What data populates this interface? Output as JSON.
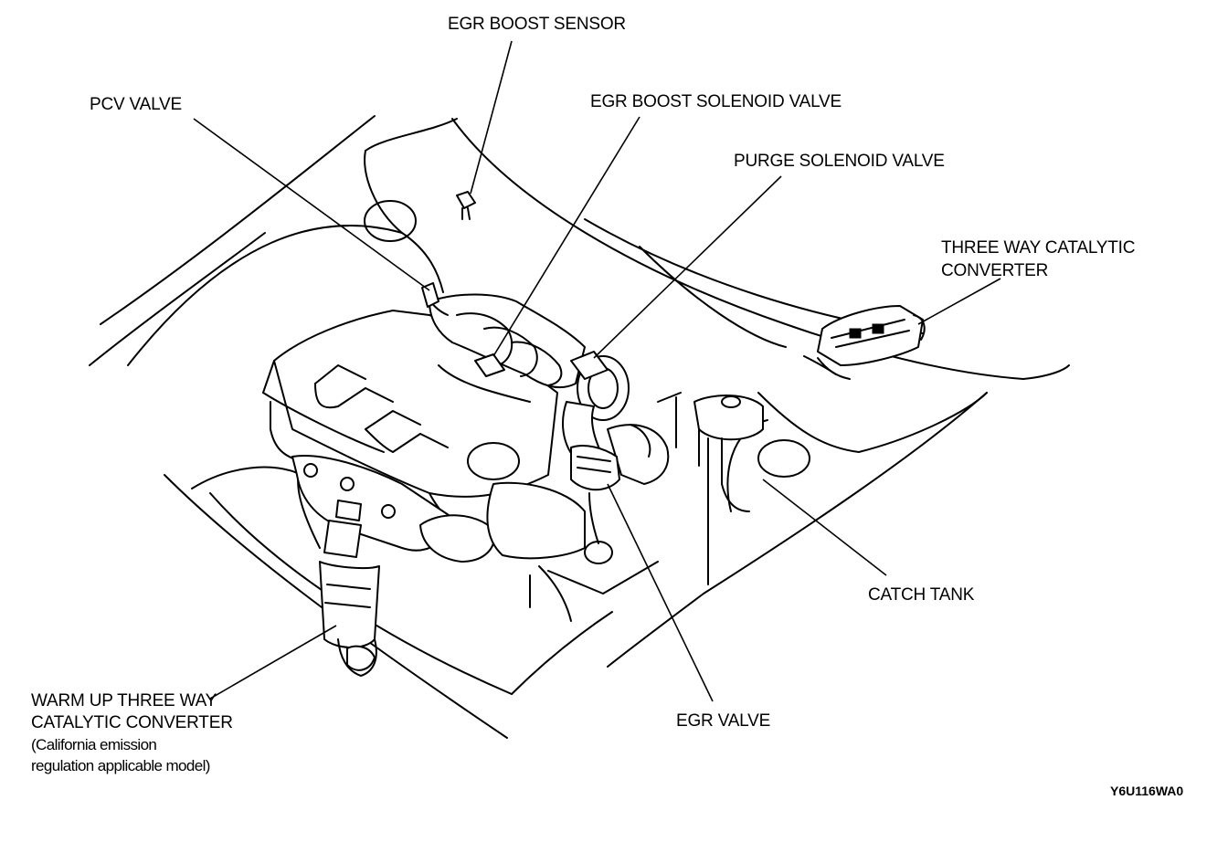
{
  "labels": {
    "egr_boost_sensor": "EGR BOOST SENSOR",
    "pcv_valve": "PCV VALVE",
    "egr_boost_solenoid_valve": "EGR BOOST SOLENOID VALVE",
    "purge_solenoid_valve": "PURGE SOLENOID VALVE",
    "three_way_catalytic_converter_line1": "THREE WAY CATALYTIC",
    "three_way_catalytic_converter_line2": "CONVERTER",
    "catch_tank": "CATCH TANK",
    "egr_valve": "EGR VALVE",
    "warm_up_line1": "WARM UP THREE WAY",
    "warm_up_line2": "CATALYTIC CONVERTER",
    "warm_up_line3": "(California emission",
    "warm_up_line4": "regulation applicable model)"
  },
  "figure_code": "Y6U116WA0"
}
